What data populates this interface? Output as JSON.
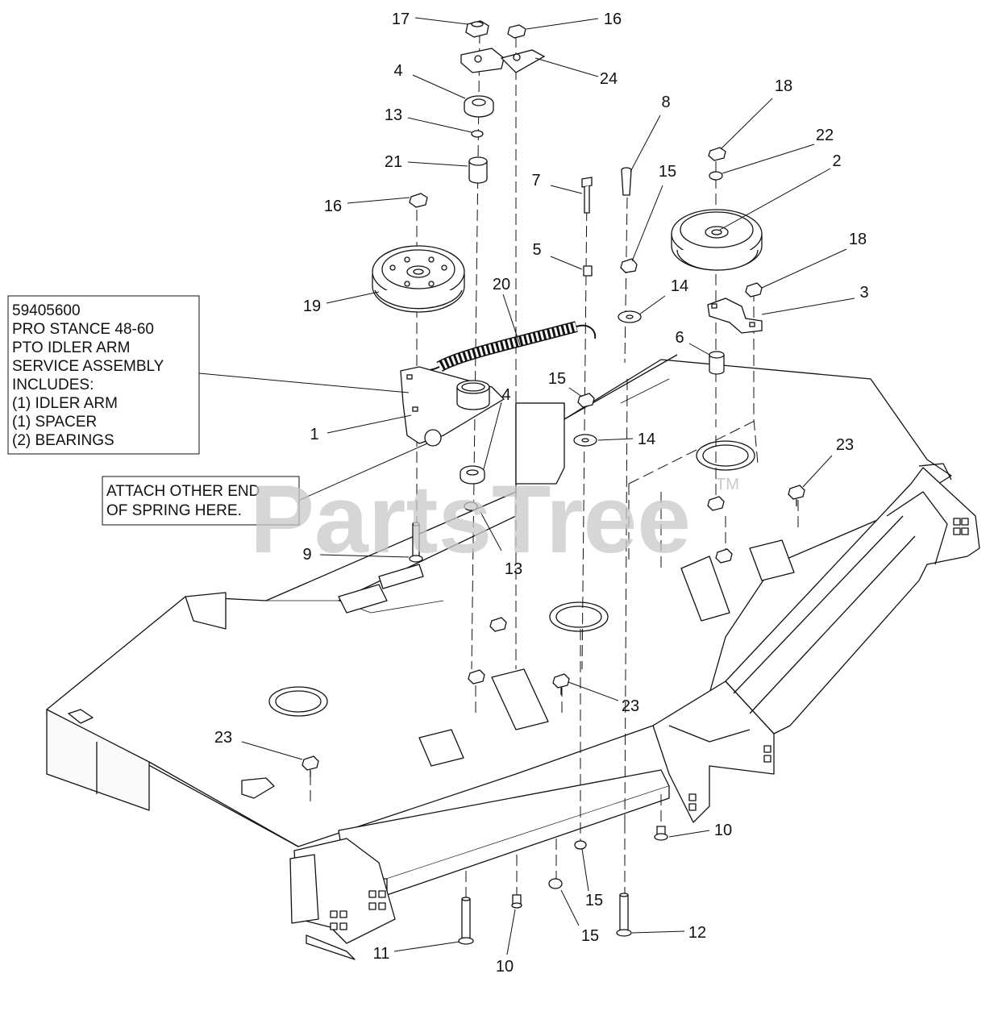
{
  "service_box": {
    "lines": [
      "59405600",
      "PRO STANCE 48-60",
      "PTO IDLER ARM",
      "SERVICE ASSEMBLY",
      "INCLUDES:",
      "(1) IDLER ARM",
      "(1) SPACER",
      "(2) BEARINGS"
    ]
  },
  "spring_note": {
    "lines": [
      "ATTACH OTHER END",
      "OF SPRING HERE."
    ]
  },
  "watermark": {
    "text": "PartsTree",
    "tm": "TM"
  },
  "callouts": [
    "17",
    "16",
    "24",
    "4",
    "13",
    "21",
    "16",
    "19",
    "7",
    "5",
    "20",
    "8",
    "15",
    "18",
    "22",
    "2",
    "18",
    "3",
    "14",
    "6",
    "15",
    "1",
    "4",
    "14",
    "9",
    "13",
    "23",
    "23",
    "23",
    "10",
    "15",
    "15",
    "11",
    "10",
    "12"
  ]
}
